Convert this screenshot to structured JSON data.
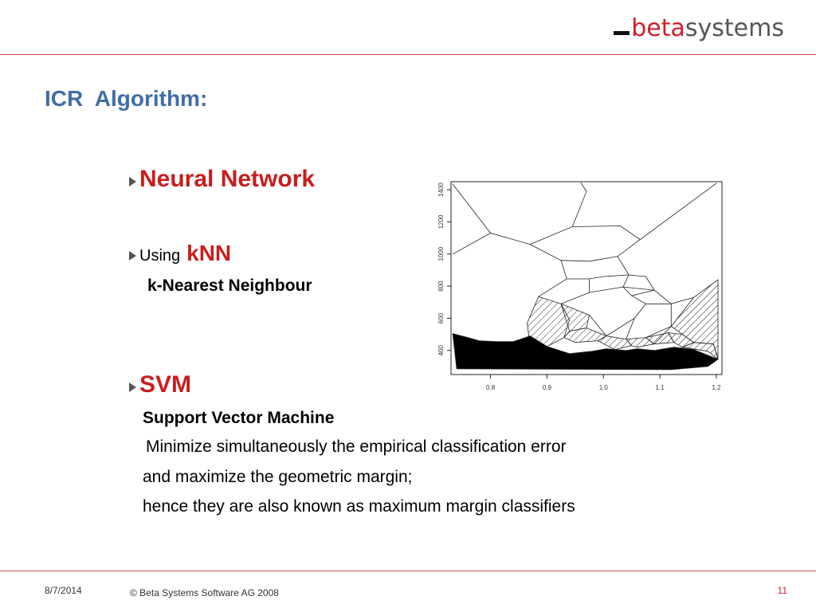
{
  "logo": {
    "part1": "beta",
    "part2": "systems"
  },
  "slide": {
    "title": "ICR  Algorithm:",
    "bullet1": "Neural Network",
    "bullet2_prefix": "Using",
    "bullet2_term": "kNN",
    "bullet2_expansion": "k-Nearest Neighbour",
    "bullet3": "SVM",
    "bullet3_expansion": "Support Vector Machine",
    "desc_line1": "Minimize simultaneously the empirical classification error",
    "desc_line2": "and maximize the geometric margin;",
    "desc_line3": "hence they are also known as maximum margin classifiers"
  },
  "chart_data": {
    "type": "scatter",
    "x_ticks": [
      "0.8",
      "0.9",
      "1.0",
      "1.1",
      "1.2"
    ],
    "y_ticks": [
      "400",
      "600",
      "800",
      "1000",
      "1200",
      "1400"
    ],
    "xlim": [
      0.73,
      1.21
    ],
    "ylim": [
      250,
      1450
    ],
    "regions": [
      {
        "fill": "hatch",
        "points": [
          [
            0.885,
            735
          ],
          [
            0.925,
            690
          ],
          [
            0.94,
            590
          ],
          [
            0.93,
            480
          ],
          [
            0.9,
            425
          ],
          [
            0.87,
            430
          ],
          [
            0.865,
            570
          ]
        ]
      },
      {
        "fill": "hatch",
        "points": [
          [
            0.925,
            690
          ],
          [
            0.975,
            620
          ],
          [
            0.97,
            540
          ],
          [
            0.94,
            520
          ]
        ]
      },
      {
        "fill": "hatch",
        "points": [
          [
            0.94,
            520
          ],
          [
            0.97,
            540
          ],
          [
            1.005,
            490
          ],
          [
            0.99,
            460
          ],
          [
            0.95,
            450
          ],
          [
            0.93,
            480
          ]
        ]
      },
      {
        "fill": "hatch",
        "points": [
          [
            1.005,
            490
          ],
          [
            1.04,
            470
          ],
          [
            1.05,
            430
          ],
          [
            1.02,
            405
          ],
          [
            0.99,
            460
          ]
        ]
      },
      {
        "fill": "hatch",
        "points": [
          [
            1.04,
            470
          ],
          [
            1.075,
            480
          ],
          [
            1.09,
            440
          ],
          [
            1.06,
            420
          ],
          [
            1.05,
            430
          ]
        ]
      },
      {
        "fill": "hatch",
        "points": [
          [
            1.09,
            440
          ],
          [
            1.075,
            480
          ],
          [
            1.115,
            510
          ],
          [
            1.125,
            450
          ]
        ]
      },
      {
        "fill": "hatch",
        "points": [
          [
            1.125,
            450
          ],
          [
            1.115,
            510
          ],
          [
            1.14,
            500
          ],
          [
            1.16,
            450
          ],
          [
            1.14,
            420
          ]
        ]
      },
      {
        "fill": "hatch",
        "points": [
          [
            1.14,
            420
          ],
          [
            1.16,
            450
          ],
          [
            1.195,
            440
          ],
          [
            1.203,
            345
          ],
          [
            1.185,
            395
          ]
        ]
      },
      {
        "fill": "hatch",
        "points": [
          [
            1.12,
            550
          ],
          [
            1.16,
            730
          ],
          [
            1.203,
            840
          ],
          [
            1.203,
            345
          ],
          [
            1.195,
            440
          ],
          [
            1.16,
            450
          ],
          [
            1.14,
            500
          ]
        ]
      },
      {
        "fill": "solid",
        "points": [
          [
            0.733,
            505
          ],
          [
            0.76,
            480
          ],
          [
            0.78,
            460
          ],
          [
            0.81,
            455
          ],
          [
            0.84,
            455
          ],
          [
            0.87,
            490
          ],
          [
            0.9,
            425
          ],
          [
            0.94,
            380
          ],
          [
            0.98,
            395
          ],
          [
            1.005,
            410
          ],
          [
            1.04,
            400
          ],
          [
            1.06,
            410
          ],
          [
            1.09,
            400
          ],
          [
            1.125,
            420
          ],
          [
            1.16,
            405
          ],
          [
            1.203,
            345
          ],
          [
            1.185,
            300
          ],
          [
            1.12,
            280
          ],
          [
            0.74,
            285
          ]
        ]
      }
    ],
    "boundaries": [
      [
        [
          0.733,
          1435
        ],
        [
          0.8,
          1130
        ],
        [
          0.87,
          1060
        ]
      ],
      [
        [
          0.8,
          1130
        ],
        [
          0.733,
          1000
        ]
      ],
      [
        [
          0.87,
          1060
        ],
        [
          0.945,
          1170
        ],
        [
          0.97,
          1390
        ],
        [
          0.96,
          1443
        ]
      ],
      [
        [
          0.945,
          1170
        ],
        [
          1.03,
          1175
        ],
        [
          1.065,
          1090
        ],
        [
          1.2,
          1440
        ]
      ],
      [
        [
          0.87,
          1060
        ],
        [
          0.925,
          960
        ],
        [
          0.935,
          845
        ],
        [
          0.885,
          735
        ]
      ],
      [
        [
          0.925,
          960
        ],
        [
          0.975,
          955
        ],
        [
          1.025,
          985
        ],
        [
          1.065,
          1090
        ]
      ],
      [
        [
          1.025,
          985
        ],
        [
          1.045,
          870
        ],
        [
          1.075,
          860
        ]
      ],
      [
        [
          1.075,
          860
        ],
        [
          1.09,
          775
        ],
        [
          1.12,
          690
        ],
        [
          1.16,
          730
        ]
      ],
      [
        [
          1.12,
          690
        ],
        [
          1.12,
          550
        ],
        [
          1.075,
          480
        ]
      ],
      [
        [
          0.935,
          845
        ],
        [
          0.975,
          845
        ],
        [
          1.0,
          860
        ],
        [
          1.045,
          870
        ]
      ],
      [
        [
          0.975,
          845
        ],
        [
          0.975,
          760
        ],
        [
          0.925,
          690
        ]
      ],
      [
        [
          0.975,
          760
        ],
        [
          1.035,
          795
        ],
        [
          1.09,
          775
        ]
      ],
      [
        [
          1.035,
          795
        ],
        [
          1.045,
          870
        ]
      ],
      [
        [
          1.035,
          795
        ],
        [
          1.05,
          740
        ],
        [
          1.09,
          775
        ]
      ],
      [
        [
          1.05,
          740
        ],
        [
          1.075,
          690
        ],
        [
          1.12,
          690
        ]
      ],
      [
        [
          1.075,
          690
        ],
        [
          1.055,
          600
        ],
        [
          1.005,
          490
        ]
      ],
      [
        [
          1.055,
          600
        ],
        [
          1.04,
          470
        ]
      ],
      [
        [
          0.975,
          620
        ],
        [
          1.005,
          490
        ]
      ],
      [
        [
          1.09,
          440
        ],
        [
          1.12,
          550
        ]
      ]
    ]
  },
  "footer": {
    "date": "8/7/2014",
    "copyright": "© Beta Systems Software AG 2008",
    "page": "11"
  }
}
